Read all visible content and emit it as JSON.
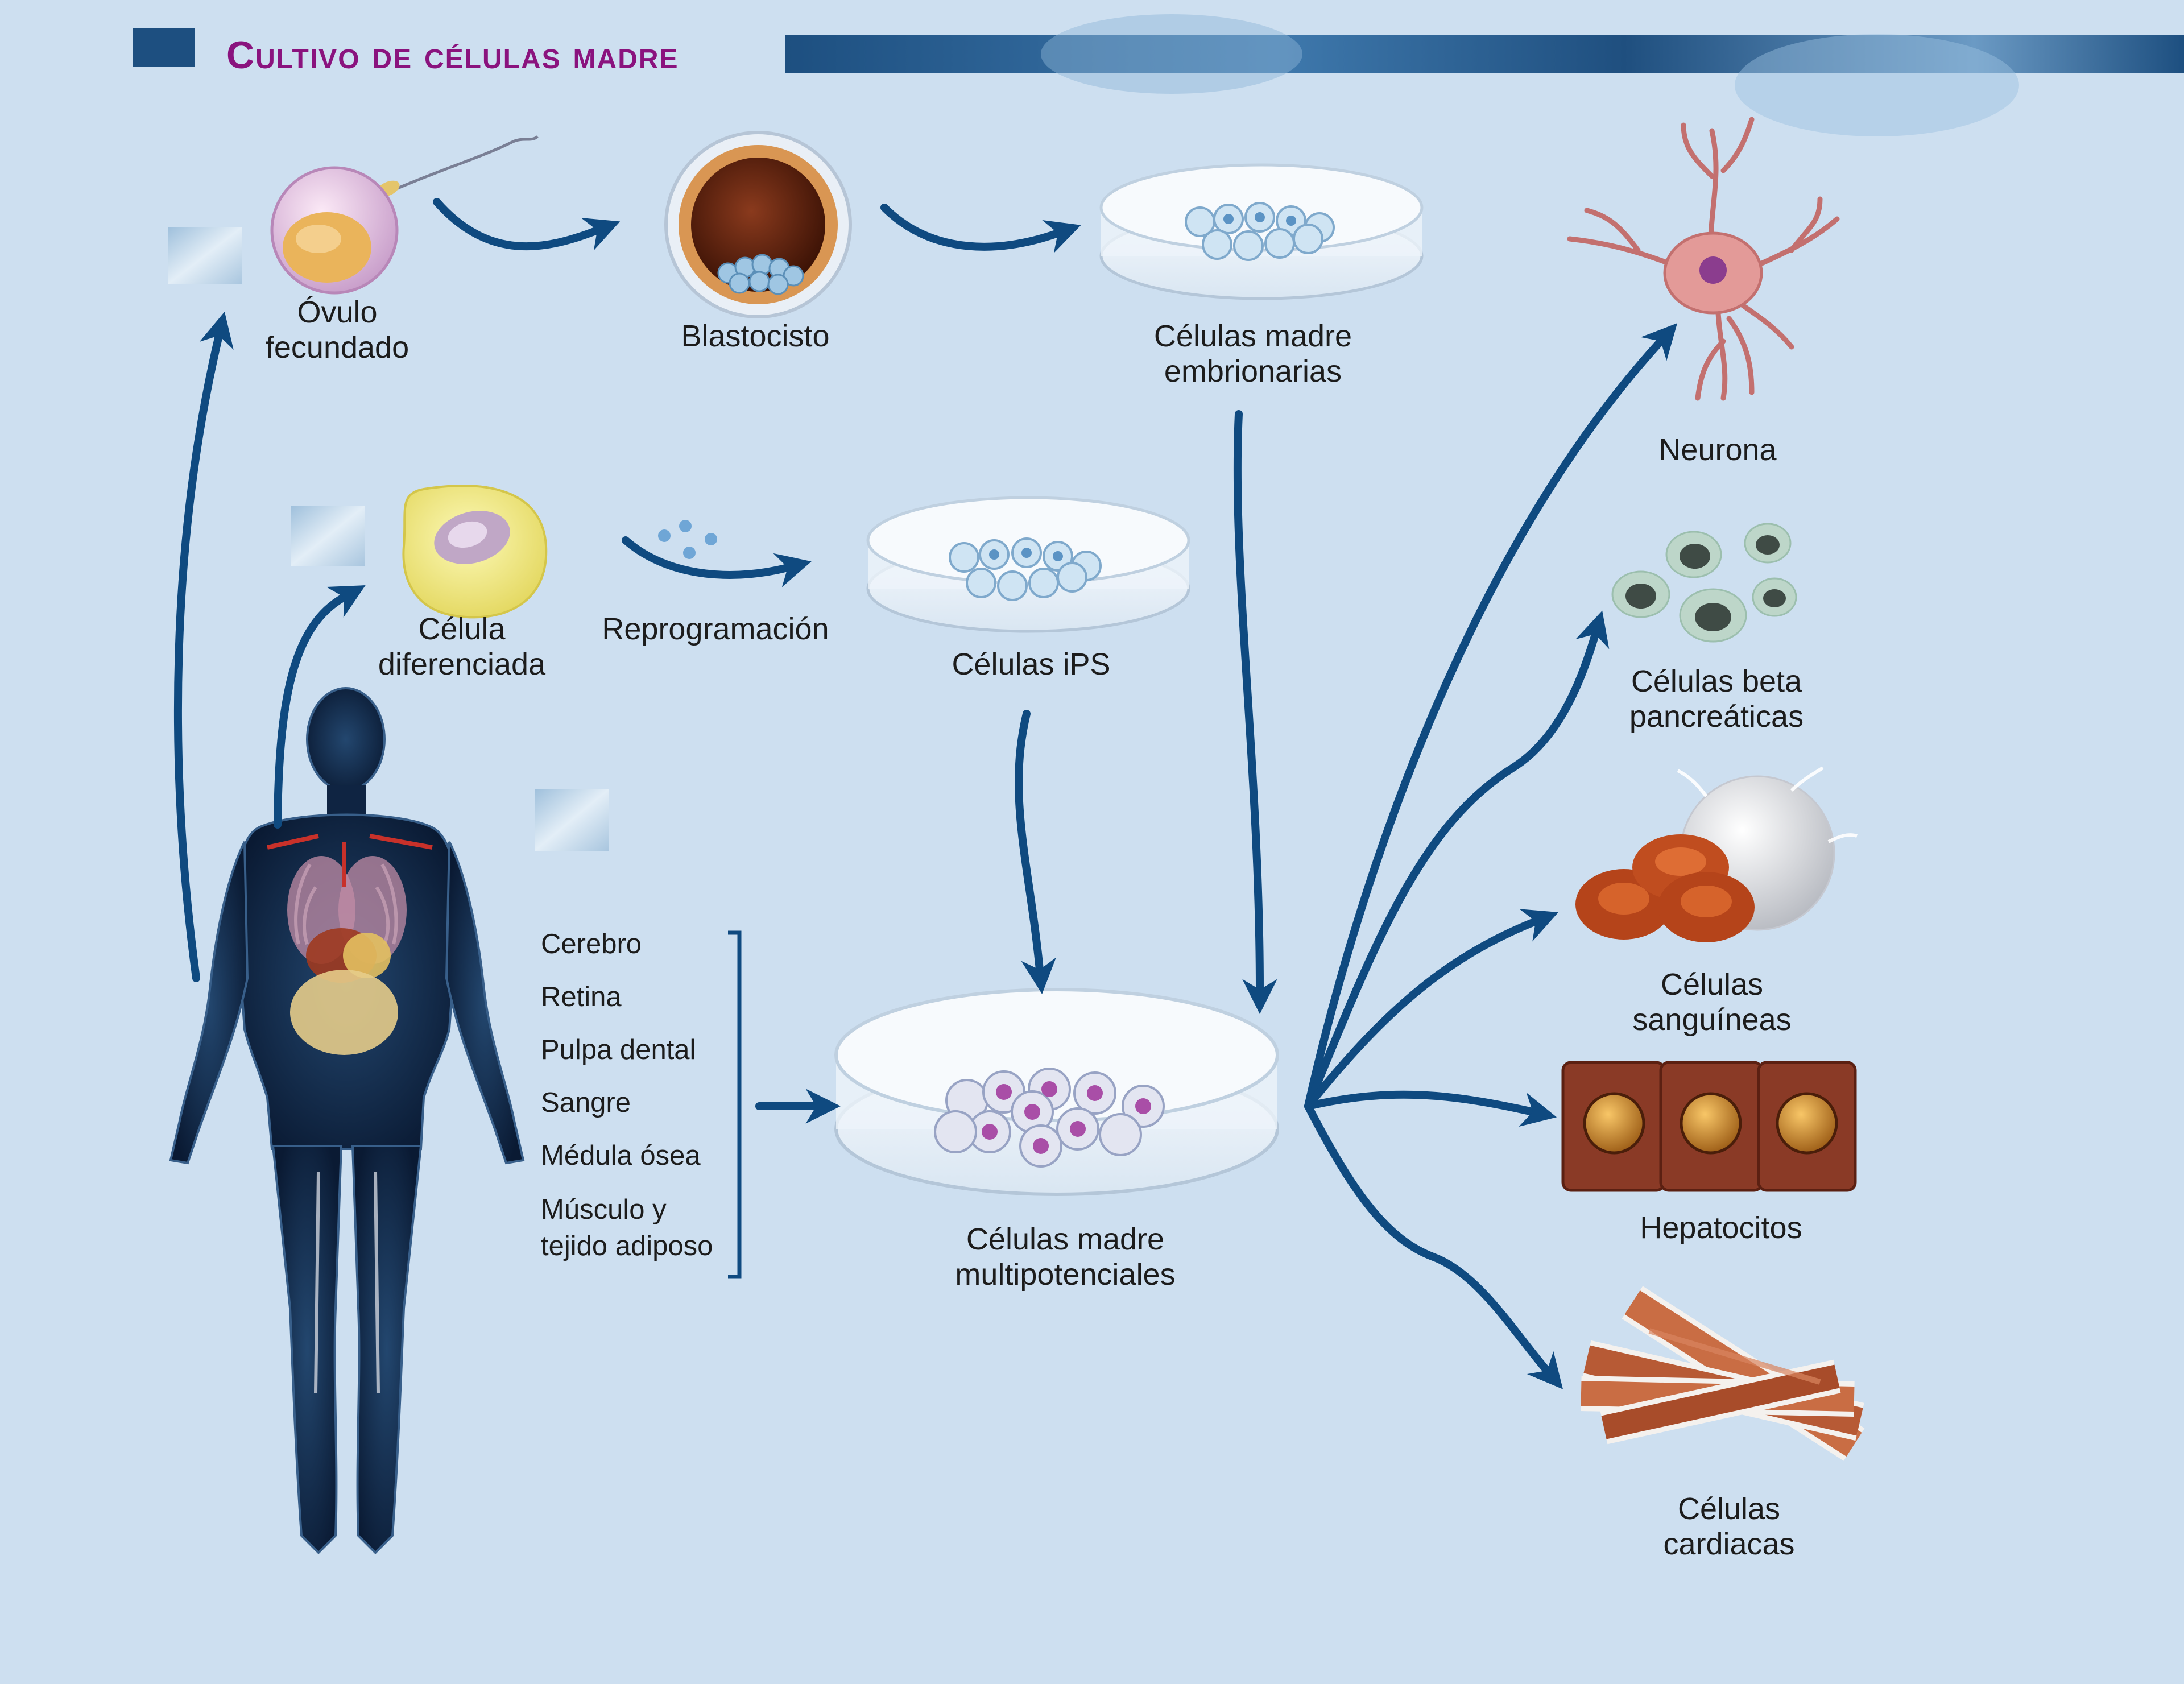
{
  "title": "Cultivo de células madre",
  "nodes": {
    "ovulo": "Óvulo\nfecundado",
    "blastocisto": "Blastocisto",
    "embrionarias": "Células madre\nembrionarias",
    "diferenciada": "Célula\ndiferenciada",
    "reprogramacion": "Reprogramación",
    "ips": "Células iPS",
    "multipotenciales": "Células madre\nmultipotenciales",
    "neurona": "Neurona",
    "beta": "Células beta\npancreáticas",
    "sanguineas": "Células\nsanguíneas",
    "hepatocitos": "Hepatocitos",
    "cardiacas": "Células\ncardiacas"
  },
  "tissues": [
    "Cerebro",
    "Retina",
    "Pulpa dental",
    "Sangre",
    "Médula ósea",
    "Músculo y\ntejido adiposo"
  ],
  "colors": {
    "background": "#cddff0",
    "title": "#8a137e",
    "arrow": "#0f4a80",
    "header_band": "#1d4f80"
  }
}
